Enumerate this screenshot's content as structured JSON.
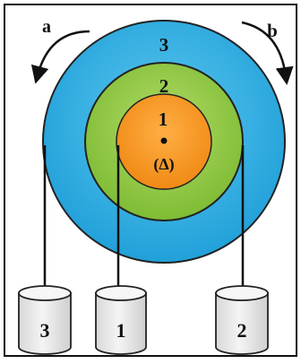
{
  "rotation": {
    "left_label": "a",
    "right_label": "b"
  },
  "disks": [
    {
      "label": "3",
      "color": "#29ABE2"
    },
    {
      "label": "2",
      "color": "#8CC63F"
    },
    {
      "label": "1",
      "color": "#F7931E"
    }
  ],
  "axis": {
    "label": "(Δ)"
  },
  "weights": [
    {
      "label": "3"
    },
    {
      "label": "1"
    },
    {
      "label": "2"
    }
  ],
  "colors": {
    "frame": "#111111",
    "outline": "#222222",
    "weight_fill": "#eeeeee",
    "weight_top": "#f6f6f6"
  },
  "icons": {
    "rotation_arrows": [
      "curved-arrow-icon",
      "curved-arrow-icon"
    ],
    "axis_dot": "axis-dot-icon"
  }
}
